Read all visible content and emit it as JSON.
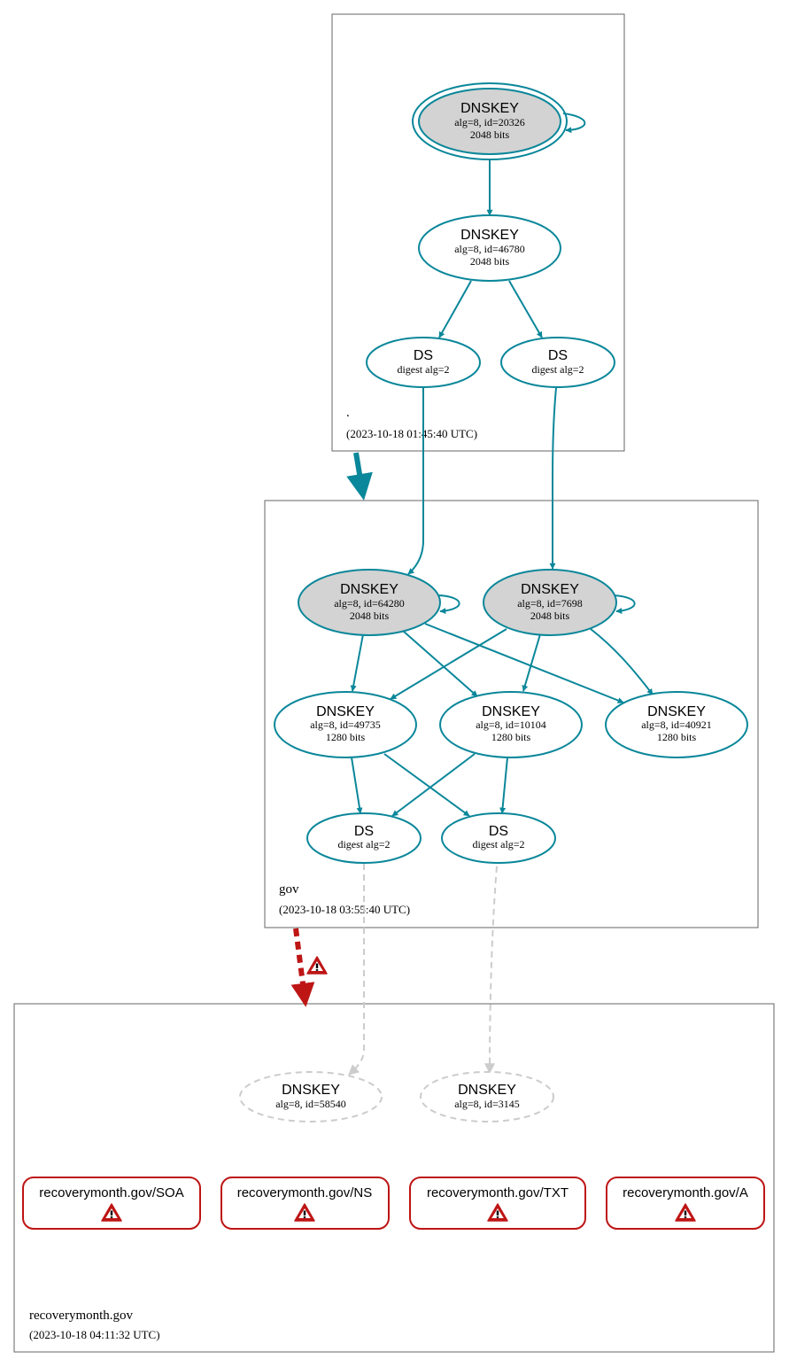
{
  "colors": {
    "secure": "#0a879a",
    "bogus": "#be1515",
    "insecure_gray": "#cccccc",
    "sep_fill": "#d3d3d3",
    "zone_border": "#666666"
  },
  "zones": {
    "root": {
      "name": ".",
      "time": "(2023-10-18 01:45:40 UTC)"
    },
    "gov": {
      "name": "gov",
      "time": "(2023-10-18 03:55:40 UTC)"
    },
    "recoverymonth": {
      "name": "recoverymonth.gov",
      "time": "(2023-10-18 04:11:32 UTC)"
    }
  },
  "nodes": {
    "root_ksk": {
      "type": "DNSKEY",
      "line1": "alg=8, id=20326",
      "line2": "2048 bits"
    },
    "root_zsk": {
      "type": "DNSKEY",
      "line1": "alg=8, id=46780",
      "line2": "2048 bits"
    },
    "root_ds1": {
      "type": "DS",
      "line1": "digest alg=2"
    },
    "root_ds2": {
      "type": "DS",
      "line1": "digest alg=2"
    },
    "gov_ksk1": {
      "type": "DNSKEY",
      "line1": "alg=8, id=64280",
      "line2": "2048 bits"
    },
    "gov_ksk2": {
      "type": "DNSKEY",
      "line1": "alg=8, id=7698",
      "line2": "2048 bits"
    },
    "gov_zsk1": {
      "type": "DNSKEY",
      "line1": "alg=8, id=49735",
      "line2": "1280 bits"
    },
    "gov_zsk2": {
      "type": "DNSKEY",
      "line1": "alg=8, id=10104",
      "line2": "1280 bits"
    },
    "gov_zsk3": {
      "type": "DNSKEY",
      "line1": "alg=8, id=40921",
      "line2": "1280 bits"
    },
    "gov_ds1": {
      "type": "DS",
      "line1": "digest alg=2"
    },
    "gov_ds2": {
      "type": "DS",
      "line1": "digest alg=2"
    },
    "rm_key1": {
      "type": "DNSKEY",
      "line1": "alg=8, id=58540"
    },
    "rm_key2": {
      "type": "DNSKEY",
      "line1": "alg=8, id=3145"
    }
  },
  "rrsets": [
    {
      "label": "recoverymonth.gov/SOA",
      "icon": "warning-icon"
    },
    {
      "label": "recoverymonth.gov/NS",
      "icon": "warning-icon"
    },
    {
      "label": "recoverymonth.gov/TXT",
      "icon": "warning-icon"
    },
    {
      "label": "recoverymonth.gov/A",
      "icon": "warning-icon"
    }
  ],
  "delegations": [
    {
      "from": ".",
      "to": "gov",
      "status": "secure"
    },
    {
      "from": "gov",
      "to": "recoverymonth.gov",
      "status": "bogus",
      "icon": "warning-icon"
    }
  ]
}
